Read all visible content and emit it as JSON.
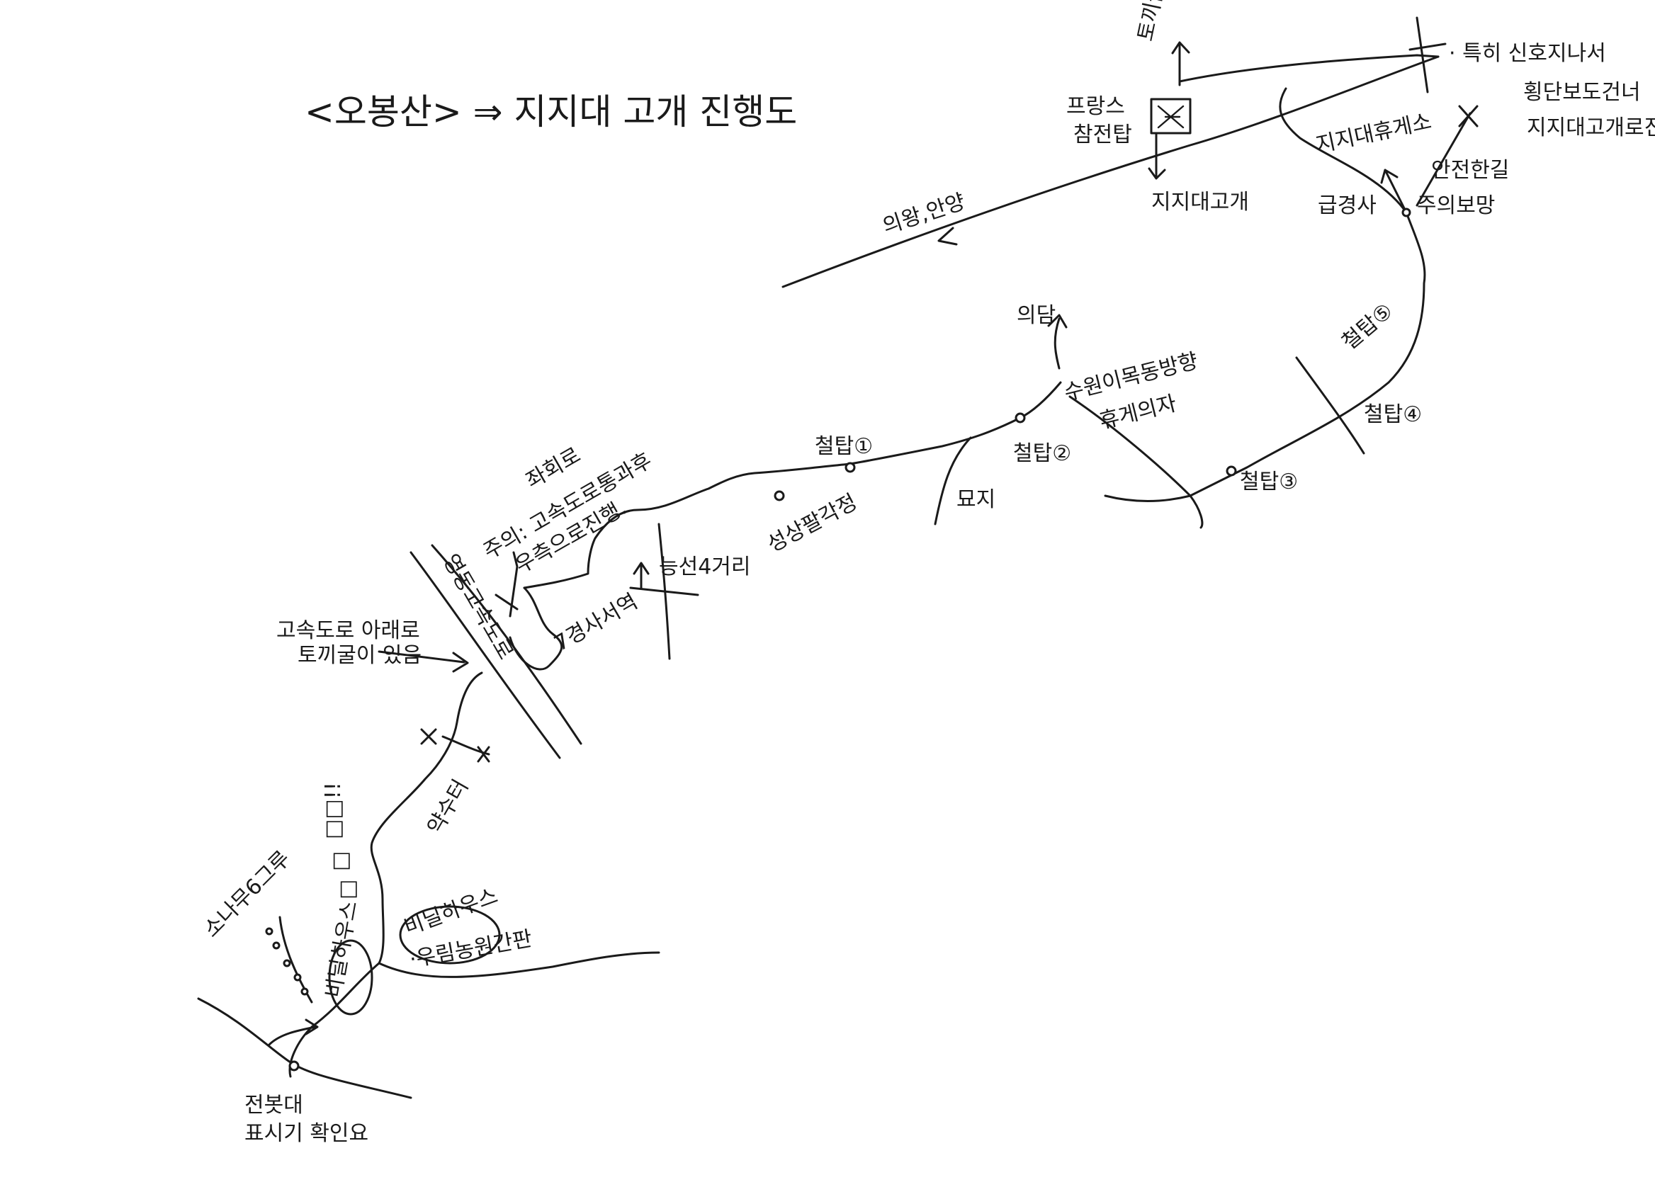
{
  "title": "<오봉산> ⇒ 지지대 고개 진행도",
  "labels": {
    "toggi_top": "토끼굴진행",
    "cross_signal": "· 특히 신호지나서",
    "crosswalk": "횡단보도건너",
    "go_jijidae": "지지대고개로진행",
    "france_memorial_1": "프랑스",
    "france_memorial_2": "참전탑",
    "rest_area_top": "지지대휴게소",
    "jijidae_pass": "지지대고개",
    "uiwang_anyang": "의왕,안양",
    "steep_slope": "급경사",
    "safety_1": "안전한길",
    "safety_2": "주의보망",
    "uidam": "의담",
    "suwon_dir_1": "수원이목동방향",
    "suwon_dir_2": "휴게의자",
    "tower5": "철탑⑤",
    "tower4": "철탑④",
    "tower3": "철탑③",
    "tower2": "철탑②",
    "tower1": "철탑①",
    "grave": "묘지",
    "sungsangpavilion": "성상팔각정",
    "neungsan_intersection": "능선4거리",
    "left_turn": "좌회로",
    "note_1": "주의: 고속도로통과후",
    "note_2": "우측으로진행.",
    "highway": "영동고속도로",
    "underpass_1": "고속도로 아래로",
    "underpass_2": "토끼굴이 있음",
    "pond": "7경사서역",
    "spring": "약수터",
    "vinyl_house_1": "비닐하우스",
    "vinyl_house_2": "·우림농원간판",
    "vinyl_short": "비닐하우스",
    "pine_grove": "소나무6그루",
    "junbuk_1": "전봇대",
    "junbuk_2": "표시기 확인요",
    "stairs_1": "□□!!",
    "stairs_2": "□",
    "stairs_3": "□"
  }
}
